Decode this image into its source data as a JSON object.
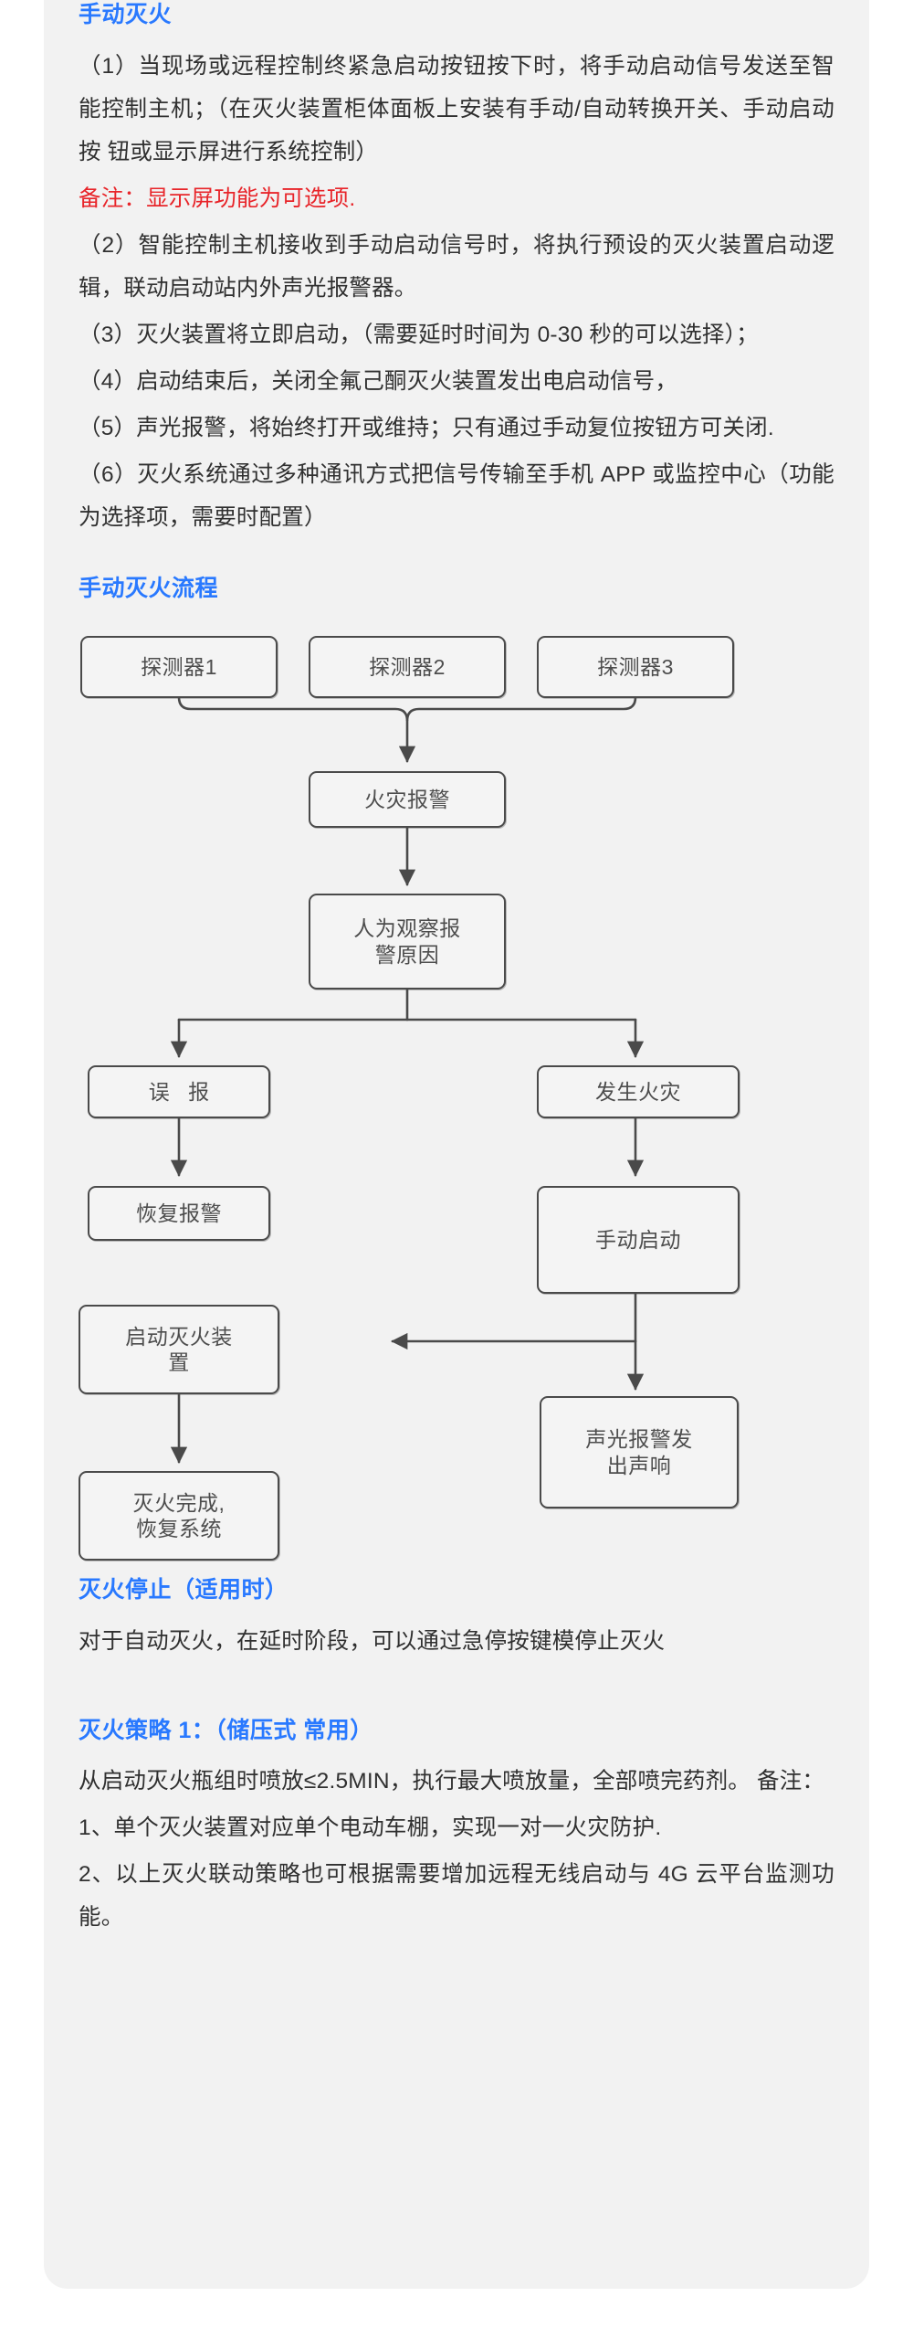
{
  "document": {
    "background_color": "#ffffff",
    "card_color": "#f2f2f2",
    "accent_heading_color": "#2979ff",
    "note_color": "#e8252a",
    "body_color": "#303030"
  },
  "sections": {
    "manual_extinguish": {
      "heading": "手动灭火",
      "paragraphs": [
        "（1）当现场或远程控制终紧急启动按钮按下时，将手动启动信号发送至智 能控制主机；（在灭火装置柜体面板上安装有手动/自动转换开关、手动启动按 钮或显示屏进行系统控制）",
        "（2）智能控制主机接收到手动启动信号时，将执行预设的灭火装置启动逻 辑，联动启动站内外声光报警器。",
        "（3）灭火装置将立即启动，（需要延时时间为 0-30 秒的可以选择）；",
        "（4）启动结束后，关闭全氟己酮灭火装置发出电启动信号，",
        "（5）声光报警，将始终打开或维持；只有通过手动复位按钮方可关闭.",
        "（6）灭火系统通过多种通讯方式把信号传输至手机 APP 或监控中心（功能 为选择项，需要时配置）"
      ],
      "note": "备注：显示屏功能为可选项."
    },
    "flow": {
      "heading": "手动灭火流程",
      "nodes": [
        {
          "id": "detector1",
          "label": "探测器1"
        },
        {
          "id": "detector2",
          "label": "探测器2"
        },
        {
          "id": "detector3",
          "label": "探测器3"
        },
        {
          "id": "fire-alarm",
          "label": "火灾报警"
        },
        {
          "id": "human-observe",
          "label_line1": "人为观察报",
          "label_line2": "警原因"
        },
        {
          "id": "false-alarm",
          "label": "误 报"
        },
        {
          "id": "restore-alarm",
          "label": "恢复报警"
        },
        {
          "id": "fire-occurs",
          "label": "发生火灾"
        },
        {
          "id": "manual-start",
          "label": "手动启动"
        },
        {
          "id": "start-device",
          "label_line1": "启动灭火装",
          "label_line2": "置"
        },
        {
          "id": "sound-light-alarm",
          "label_line1": "声光报警发",
          "label_line2": "出声响"
        },
        {
          "id": "finish-restore",
          "label_line1": "灭火完成,",
          "label_line2": "恢复系统"
        }
      ]
    },
    "stop_extinguish": {
      "heading": "灭火停止（适用时）",
      "paragraph": "对于自动灭火，在延时阶段，可以通过急停按键模停止灭火"
    },
    "strategy": {
      "heading": "灭火策略 1：（储压式 常用）",
      "paragraph": "从启动灭火瓶组时喷放≤2.5MIN，执行最大喷放量，全部喷完药剂。 备注：",
      "notes": [
        "1、单个灭火装置对应单个电动车棚，实现一对一火灾防护.",
        "2、以上灭火联动策略也可根据需要增加远程无线启动与 4G 云平台监测功能。"
      ]
    }
  }
}
